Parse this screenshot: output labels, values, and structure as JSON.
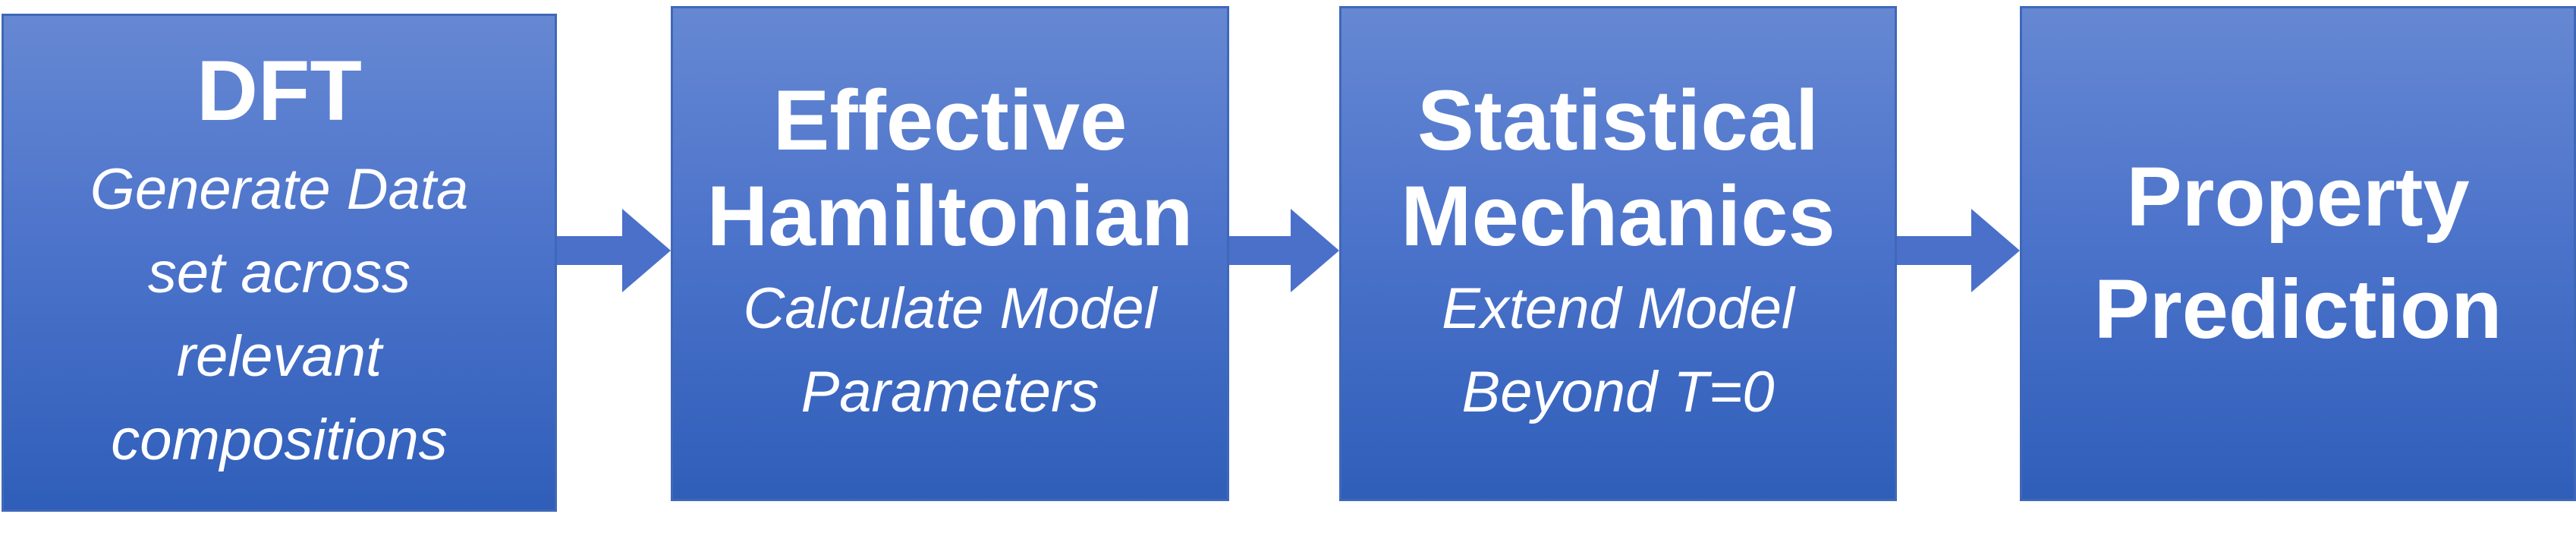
{
  "diagram": {
    "steps": [
      {
        "title_lines": [
          "DFT"
        ],
        "subtitle_lines": [
          "Generate Data",
          "set across",
          "relevant",
          "compositions"
        ]
      },
      {
        "title_lines": [
          "Effective",
          "Hamiltonian"
        ],
        "subtitle_lines": [
          "Calculate Model",
          "Parameters"
        ]
      },
      {
        "title_lines": [
          "Statistical",
          "Mechanics"
        ],
        "subtitle_lines": [
          "Extend Model",
          "Beyond T=0"
        ]
      },
      {
        "title_lines": [
          "Property",
          "Prediction"
        ],
        "subtitle_lines": []
      }
    ],
    "colors": {
      "box_top": "#6688d3",
      "box_bottom": "#2f5eb9",
      "border": "#3f68b8",
      "arrow": "#4a70c9",
      "text": "#ffffff"
    }
  }
}
